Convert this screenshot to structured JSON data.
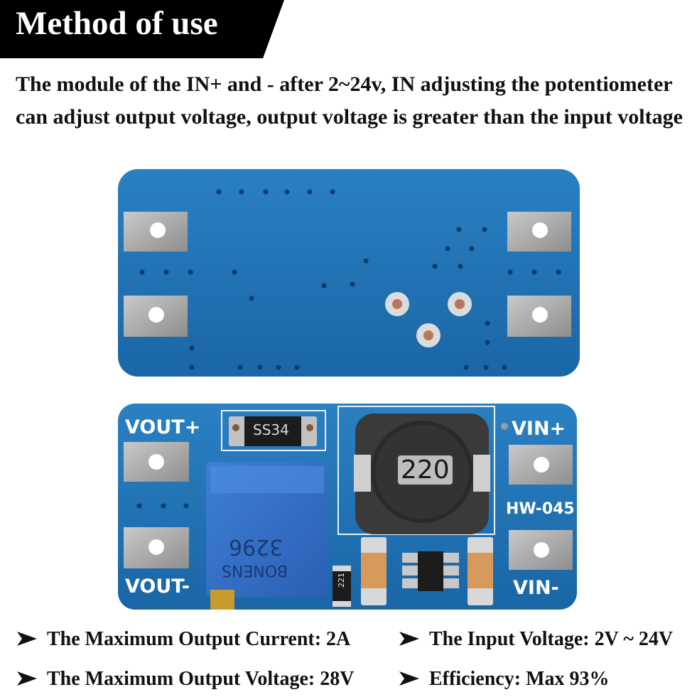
{
  "header": {
    "title": "Method of use",
    "banner_color": "#000000"
  },
  "description": "The module of the IN+ and - after 2~24v, IN adjusting the potentiometer can adjust output voltage, output voltage is greater than the input voltage",
  "board": {
    "pcb_color": "#1f73b7",
    "labels": {
      "vout_plus": "VOUT+",
      "vout_minus": "VOUT-",
      "vin_plus": "VIN+",
      "vin_minus": "VIN-",
      "model": "HW-045",
      "diode": "SS34",
      "inductor": "220",
      "potentiometer_brand": "BONENS",
      "potentiometer_model": "3296",
      "resistor": "221"
    }
  },
  "specs": [
    {
      "text": "The Maximum Output Current: 2A",
      "icon": "arrow-bullet-icon"
    },
    {
      "text": "The Input Voltage: 2V ~ 24V",
      "icon": "arrow-bullet-icon"
    },
    {
      "text": "The Maximum Output Voltage: 28V",
      "icon": "arrow-bullet-icon"
    },
    {
      "text": "Efficiency: Max 93%",
      "icon": "arrow-bullet-icon"
    }
  ]
}
